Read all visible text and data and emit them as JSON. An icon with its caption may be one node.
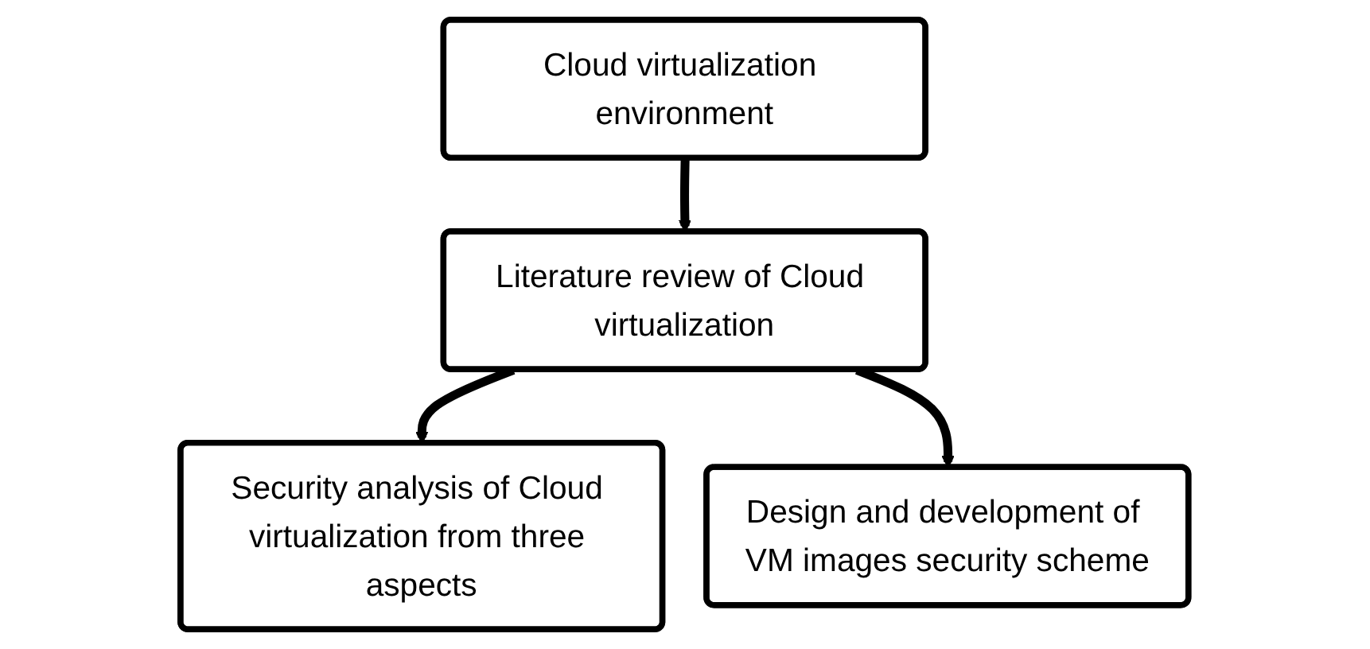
{
  "diagram": {
    "nodes": [
      {
        "text": [
          "Cloud virtualization environment"
        ]
      },
      {
        "text": [
          "Literature review of Cloud virtualization"
        ]
      },
      {
        "text": [
          "Security analysis of Cloud virtualization from three aspects"
        ]
      },
      {
        "text": [
          "Design and development of VM images security scheme"
        ]
      }
    ],
    "edges": [
      {
        "from": 0,
        "to": 1,
        "arrow": "to"
      },
      {
        "from": 1,
        "to": 2,
        "arrow": "to"
      },
      {
        "from": 1,
        "to": 3,
        "arrow": "to"
      }
    ]
  }
}
